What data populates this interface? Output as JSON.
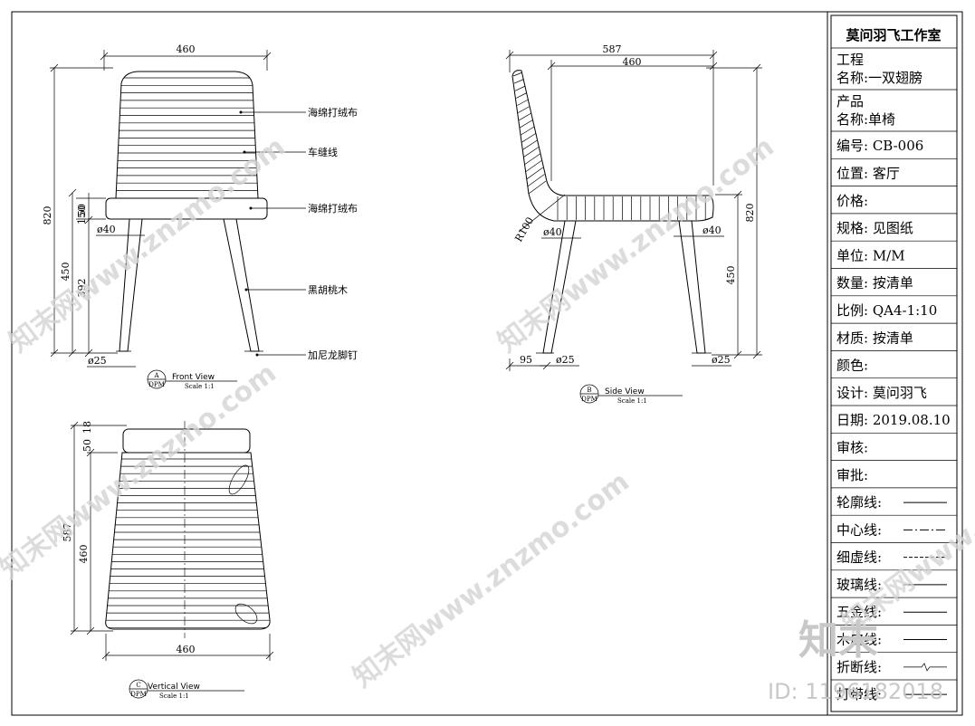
{
  "title_block": {
    "studio": "莫问羽飞工作室",
    "rows": [
      {
        "label": "工程",
        "label2": "名称:",
        "value": "一双翅膀"
      },
      {
        "label": "产品",
        "label2": "名称:",
        "value": "单椅"
      },
      {
        "label": "编号:",
        "value": "CB-006"
      },
      {
        "label": "位置:",
        "value": "客厅"
      },
      {
        "label": "价格:",
        "value": ""
      },
      {
        "label": "规格:",
        "value": "见图纸"
      },
      {
        "label": "单位:",
        "value": "M/M"
      },
      {
        "label": "数量:",
        "value": "按清单"
      },
      {
        "label": "比例:",
        "value": "QA4-1:10"
      },
      {
        "label": "材质:",
        "value": "按清单"
      },
      {
        "label": "颜色:",
        "value": ""
      },
      {
        "label": "设计:",
        "value": "莫问羽飞"
      },
      {
        "label": "日期:",
        "value": "2019.08.10"
      },
      {
        "label": "审核:",
        "value": ""
      },
      {
        "label": "审批:",
        "value": ""
      },
      {
        "label": "轮廓线:",
        "value": ""
      },
      {
        "label": "中心线:",
        "value": ""
      },
      {
        "label": "细虚线:",
        "value": ""
      },
      {
        "label": "玻璃线:",
        "value": ""
      },
      {
        "label": "五金线:",
        "value": ""
      },
      {
        "label": "木皮线:",
        "value": ""
      },
      {
        "label": "折断线:",
        "value": ""
      },
      {
        "label": "灯带线:",
        "value": ""
      }
    ]
  },
  "front_view": {
    "dim_width": "460",
    "dim_total_height": "820",
    "dim_seat_height": "450",
    "dim_leg_height": "392",
    "dim_seat_thickness": "50",
    "dim_cushion": "150",
    "dim_leg_top": "ø40",
    "dim_leg_bottom": "ø25",
    "callouts": [
      "海绵打绒布",
      "车缝线",
      "海绵打绒布",
      "黑胡桃木",
      "加尼龙脚钉"
    ],
    "tag_letter": "A",
    "tag_code": "DPM",
    "view_title": "Front View",
    "scale": "Scale 1:1"
  },
  "side_view": {
    "dim_depth": "587",
    "dim_seat_depth": "460",
    "dim_total_height": "820",
    "dim_seat_height": "450",
    "dim_radius": "R100",
    "dim_leg_front_top": "ø40",
    "dim_leg_back_top": "ø40",
    "dim_offset": "95",
    "dim_leg_front_bottom": "ø25",
    "dim_leg_back_bottom": "ø25",
    "tag_letter": "B",
    "tag_code": "DPM",
    "view_title": "Side View",
    "scale": "Scale 1:1"
  },
  "vertical_view": {
    "dim_top_a": "18",
    "dim_top_b": "50",
    "dim_depth": "587",
    "dim_seat_depth": "460",
    "dim_width": "460",
    "tag_letter": "C",
    "tag_code": "DPM",
    "view_title": "Vertical View",
    "scale": "Scale 1:1"
  },
  "watermark": {
    "text": "知末网www.znzmo.com",
    "logo": "知末",
    "id": "ID: 1196182018"
  }
}
